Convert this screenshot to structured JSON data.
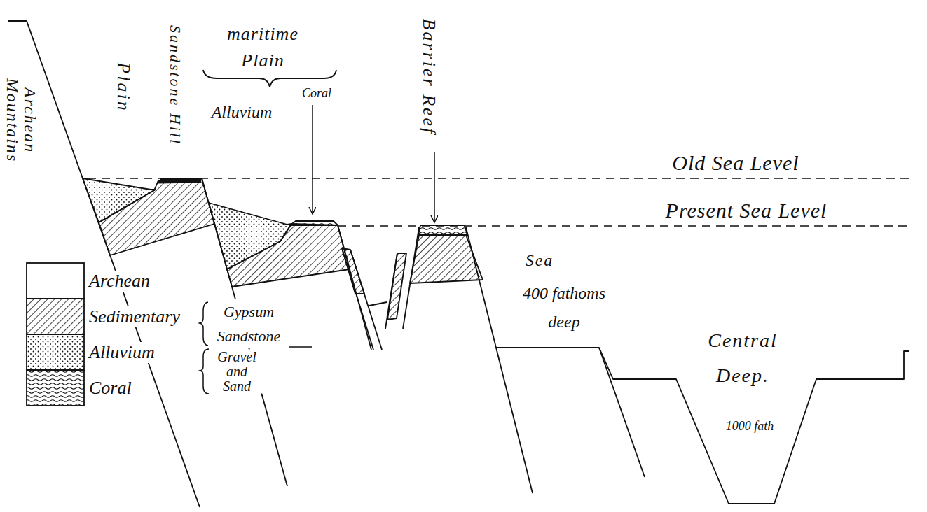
{
  "diagram": {
    "labels": [
      "Archean Mountains",
      "Plain",
      "Sandstone Hill",
      "maritime Plain",
      "Coral",
      "Alluvium",
      "Barrier Reef",
      "Old Sea Level",
      "Present Sea Level",
      "Sea",
      "400 fathoms deep",
      "Central Deep.",
      "1000 fath",
      "Gypsum Sandstone",
      "Gravel and Sand"
    ],
    "legend": [
      {
        "text": "Archean"
      },
      {
        "text": "Sedimentary"
      },
      {
        "text": "Alluvium"
      },
      {
        "text": "Coral"
      }
    ]
  }
}
